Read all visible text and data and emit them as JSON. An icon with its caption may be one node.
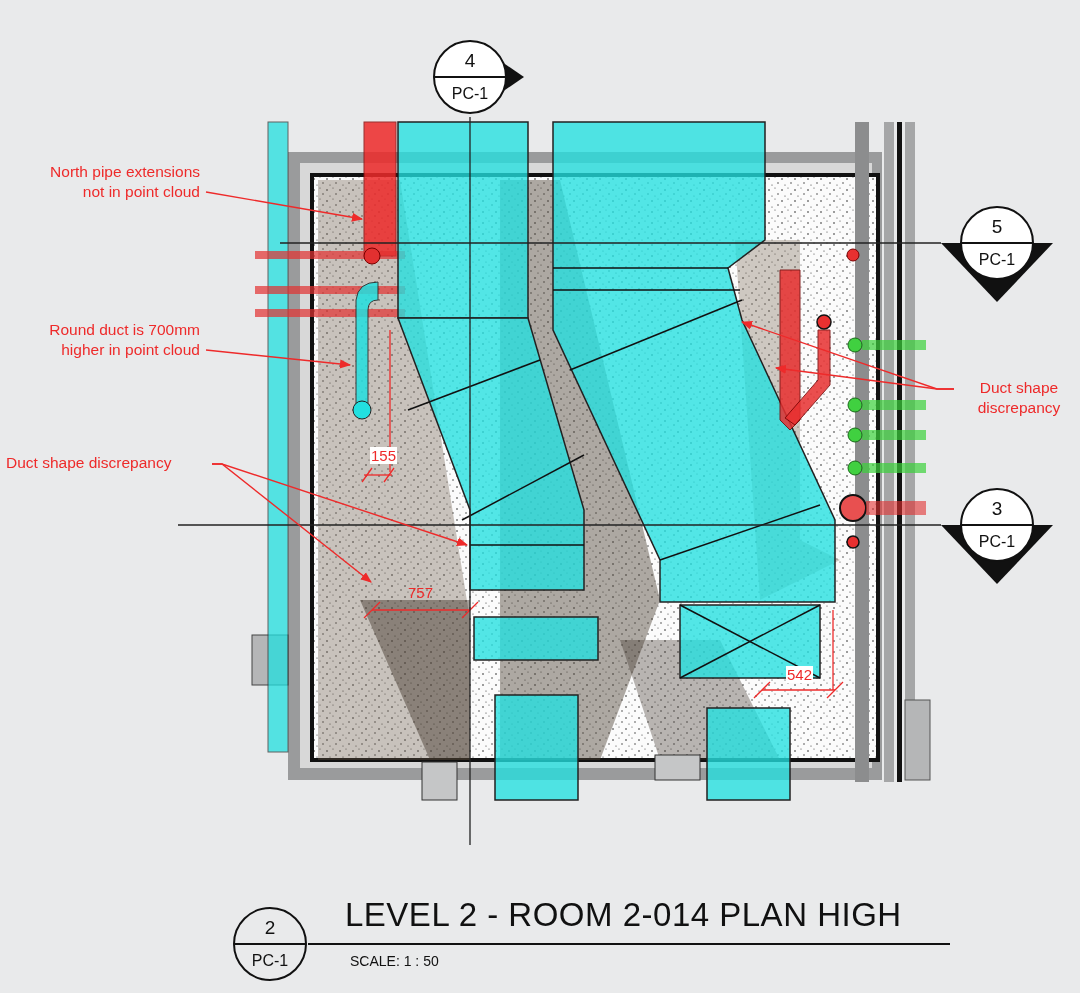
{
  "diagram": {
    "title": "LEVEL 2 - ROOM 2-014 PLAN HIGH",
    "nodes": [
      {
        "text": [
          "4",
          "PC-1"
        ]
      },
      {
        "text": [
          "North pipe extensions not in point cloud"
        ]
      },
      {
        "text": [
          "5",
          "PC-1"
        ]
      },
      {
        "text": [
          "Round duct is 700mm higher in point cloud"
        ]
      },
      {
        "text": [
          "Duct shape discrepancy"
        ]
      },
      {
        "text": [
          "Duct shape discrepancy"
        ]
      },
      {
        "text": [
          "3",
          "PC-1"
        ]
      },
      {
        "text": [
          "2",
          "PC-1"
        ]
      }
    ],
    "edges": [
      {
        "from": 1,
        "to": null,
        "arrow": "to"
      },
      {
        "from": 3,
        "to": null,
        "arrow": "to"
      },
      {
        "from": 5,
        "to": null,
        "arrow": "to"
      },
      {
        "from": 5,
        "to": null,
        "arrow": "to"
      },
      {
        "from": 4,
        "to": null,
        "arrow": "to"
      },
      {
        "from": 4,
        "to": null,
        "arrow": "to"
      }
    ],
    "labels": [
      "155",
      "757",
      "542",
      "SCALE: 1 : 50"
    ]
  }
}
